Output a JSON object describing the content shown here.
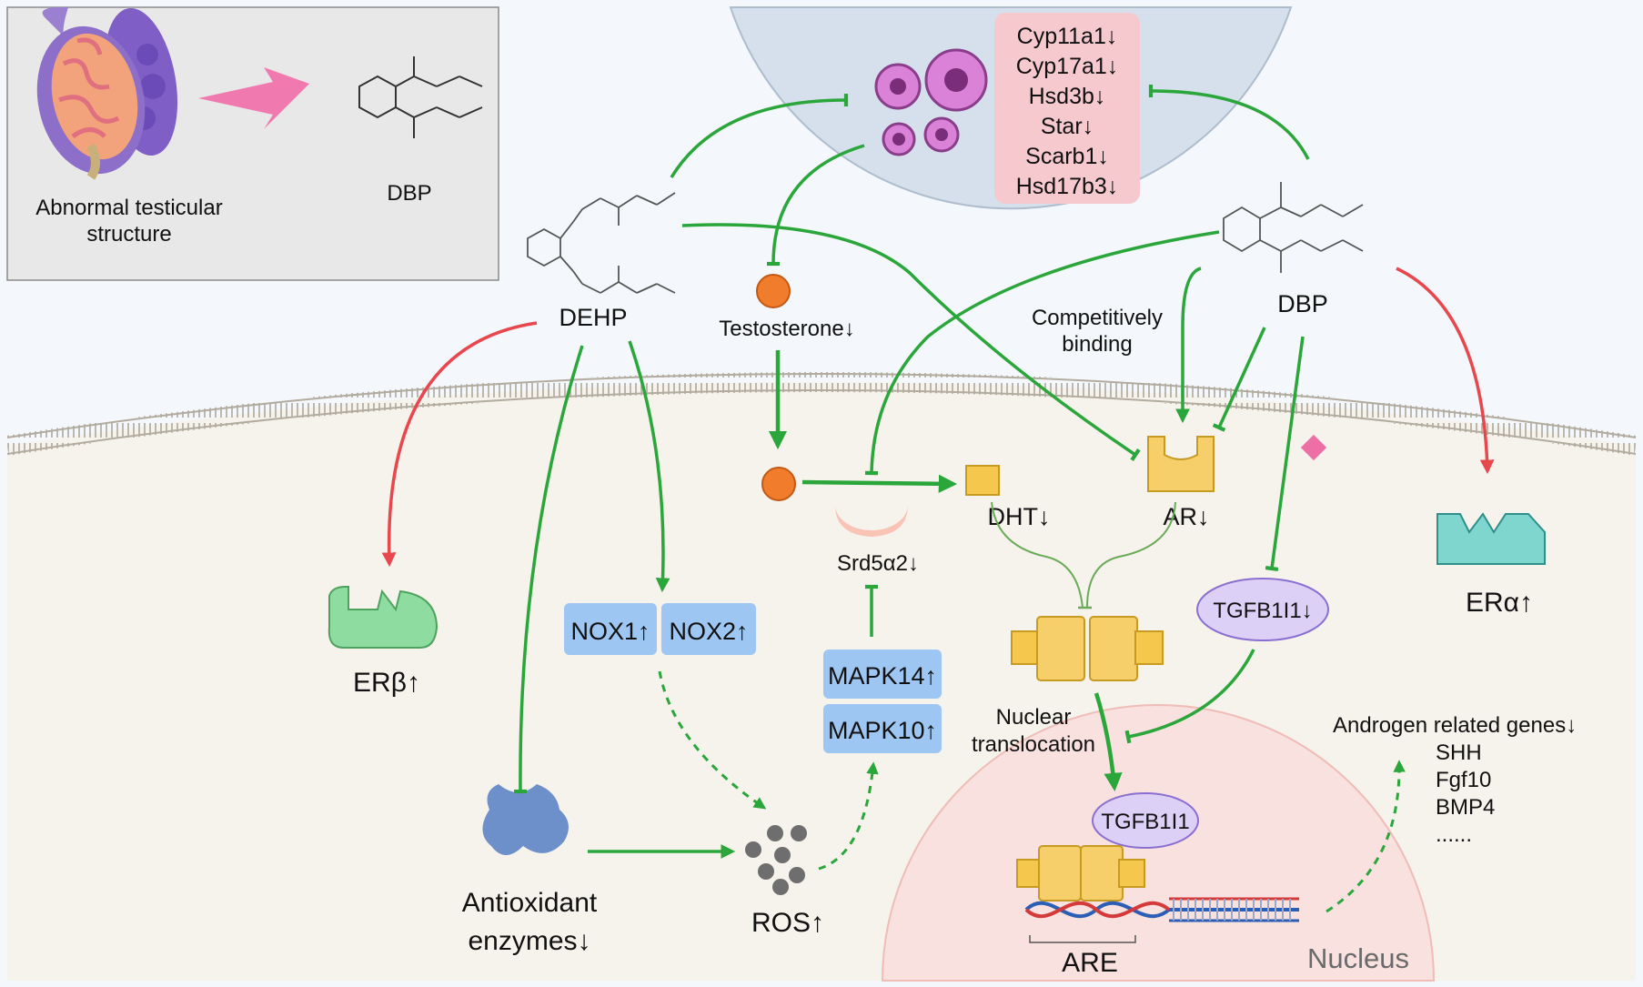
{
  "inset": {
    "caption_line1": "Abnormal testicular",
    "caption_line2": "structure",
    "compound": "DBP"
  },
  "compounds": {
    "dehp": "DEHP",
    "dbp": "DBP"
  },
  "leydig_genes": [
    "Cyp11a1↓",
    "Cyp17a1↓",
    "Hsd3b↓",
    "Star↓",
    "Scarb1↓",
    "Hsd17b3↓"
  ],
  "labels": {
    "testosterone": "Testosterone↓",
    "competitive_1": "Competitively",
    "competitive_2": "binding",
    "dht": "DHT↓",
    "ar": "AR↓",
    "srd5a2": "Srd5α2↓",
    "er_beta": "ERβ↑",
    "er_alpha": "ERα↑",
    "nox1": "NOX1↑",
    "nox2": "NOX2↑",
    "mapk14": "MAPK14↑",
    "mapk10": "MAPK10↑",
    "tgfb1i1_down": "TGFB1I1↓",
    "tgfb1i1": "TGFB1I1",
    "nuclear_1": "Nuclear",
    "nuclear_2": "translocation",
    "antiox_1": "Antioxidant",
    "antiox_2": "enzymes↓",
    "ros": "ROS↑",
    "are": "ARE",
    "nucleus": "Nucleus"
  },
  "androgen_genes": {
    "title": "Androgen related genes↓",
    "items": [
      "SHH",
      "Fgf10",
      "BMP4",
      "......"
    ]
  },
  "colors": {
    "inhibit_green": "#2aa63a",
    "induce_red": "#e8474e",
    "pink_arrow": "#f07ab0",
    "gene_box": "#f6c9cf",
    "receptor_yellow": "#f7cf6a",
    "er_beta": "#8fdca0",
    "er_alpha": "#7fd6cf",
    "enzyme_blue": "#9ec6f3",
    "tgfb_purple": "#ddd0f7"
  }
}
